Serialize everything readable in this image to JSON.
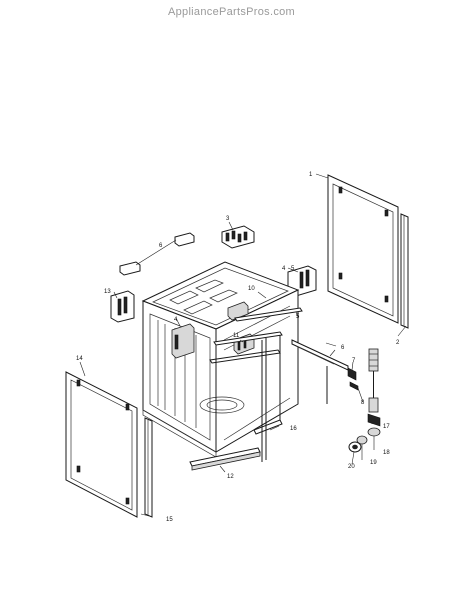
{
  "watermark": "AppliancePartsPros.com",
  "callouts": {
    "c1": "1",
    "c2": "2",
    "c3": "3",
    "c4a": "4",
    "c4b": "4",
    "c6a": "6",
    "c6b": "6",
    "c5": "5",
    "c7": "7",
    "c8": "8",
    "c10": "10",
    "c11": "11",
    "c12": "12",
    "c13": "13",
    "c14": "14",
    "c15": "15",
    "c16": "16",
    "c17": "17",
    "c18": "18",
    "c19": "19",
    "c20": "20"
  }
}
